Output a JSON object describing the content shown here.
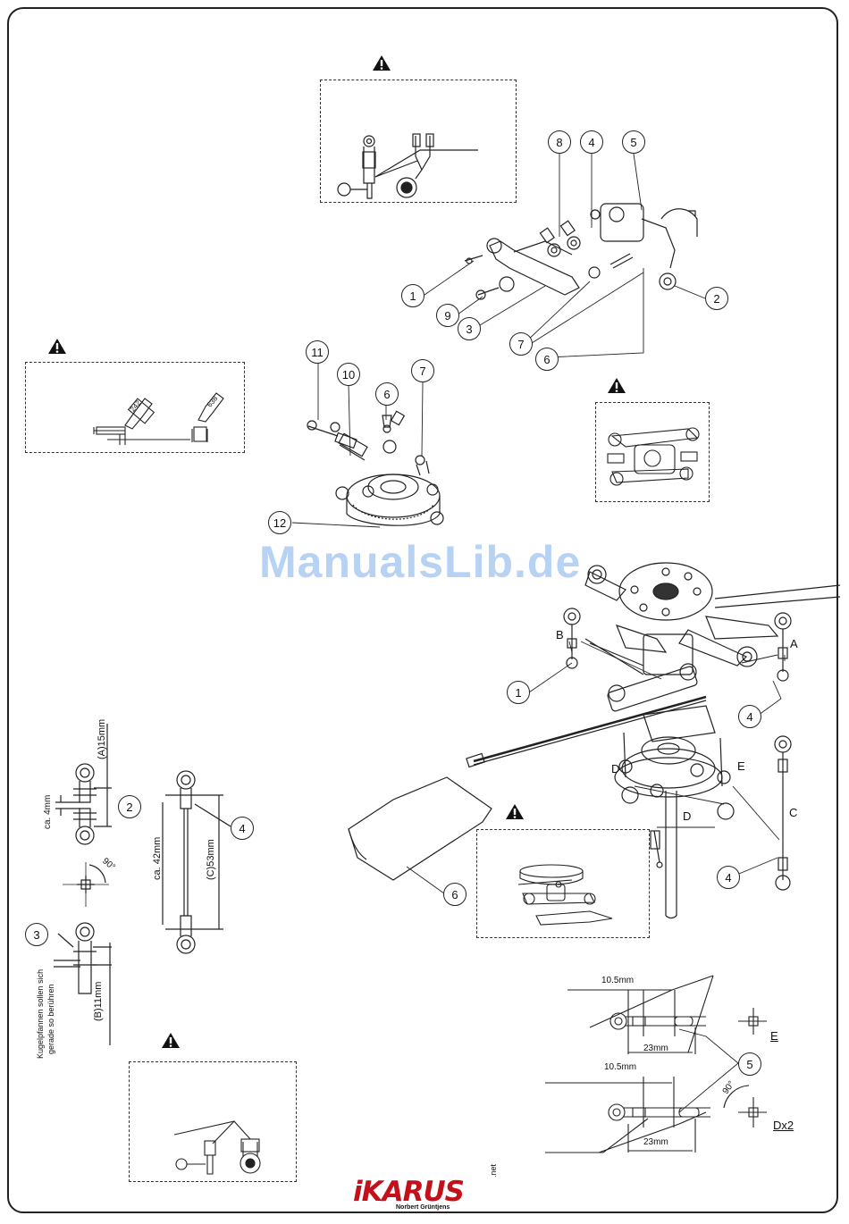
{
  "watermark": "ManualsLib.de",
  "logo": {
    "name": "iKARUS",
    "subtitle": "Norbert Grüntjens",
    "suffix": ".net",
    "color": "#c4101a"
  },
  "icons": {
    "warning": "warning-triangle-icon"
  },
  "callouts_top": {
    "c1": "1",
    "c2": "2",
    "c3": "3",
    "c4": "4",
    "c5": "5",
    "c6": "6",
    "c7": "7",
    "c8": "8",
    "c9": "9"
  },
  "callouts_swash": {
    "c6": "6",
    "c7": "7",
    "c10": "10",
    "c11": "11",
    "c12": "12"
  },
  "loctite": {
    "label_a": "242",
    "label_b": "638"
  },
  "head_assembly": {
    "letters": {
      "a": "A",
      "b": "B",
      "c": "C",
      "d1": "D",
      "d2": "D",
      "e": "E"
    },
    "callouts": {
      "c1": "1",
      "c4a": "4",
      "c4b": "4",
      "c6": "6"
    }
  },
  "linkage_left": {
    "dim_a": "(A)15mm",
    "dim_approx_4": "ca. 4mm",
    "callout_2": "2",
    "angle_90": "90°",
    "callout_3": "3",
    "note_line1": "Kugelpfannen sollen sich",
    "note_line2": "gerade so berühren",
    "dim_b": "(B)11mm"
  },
  "linkage_mid": {
    "dim_approx_42": "ca. 42mm",
    "dim_c": "(C)53mm",
    "callout_4": "4"
  },
  "bottom_right": {
    "dim_top": "10.5mm",
    "dim_23_a": "23mm",
    "label_e": "E",
    "callout_5": "5",
    "dim_bottom": "10.5mm",
    "angle_90": "90°",
    "dim_23_b": "23mm",
    "label_dx2": "Dx2"
  }
}
